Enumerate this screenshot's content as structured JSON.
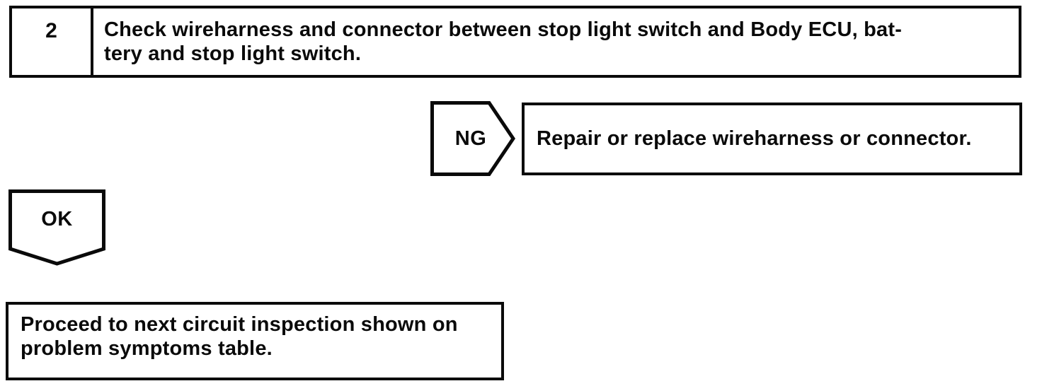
{
  "colors": {
    "ink": "#0a0a0a",
    "paper": "#ffffff"
  },
  "step_box": {
    "number": "2",
    "instruction_lines": [
      "Check wireharness and connector between stop light switch and Body ECU, bat-",
      "tery and stop light switch."
    ]
  },
  "ng_branch": {
    "label": "NG",
    "action": "Repair or replace wireharness or connector."
  },
  "ok_branch": {
    "label": "OK",
    "action_lines": [
      "Proceed to next circuit inspection shown on",
      "problem symptoms table."
    ]
  }
}
